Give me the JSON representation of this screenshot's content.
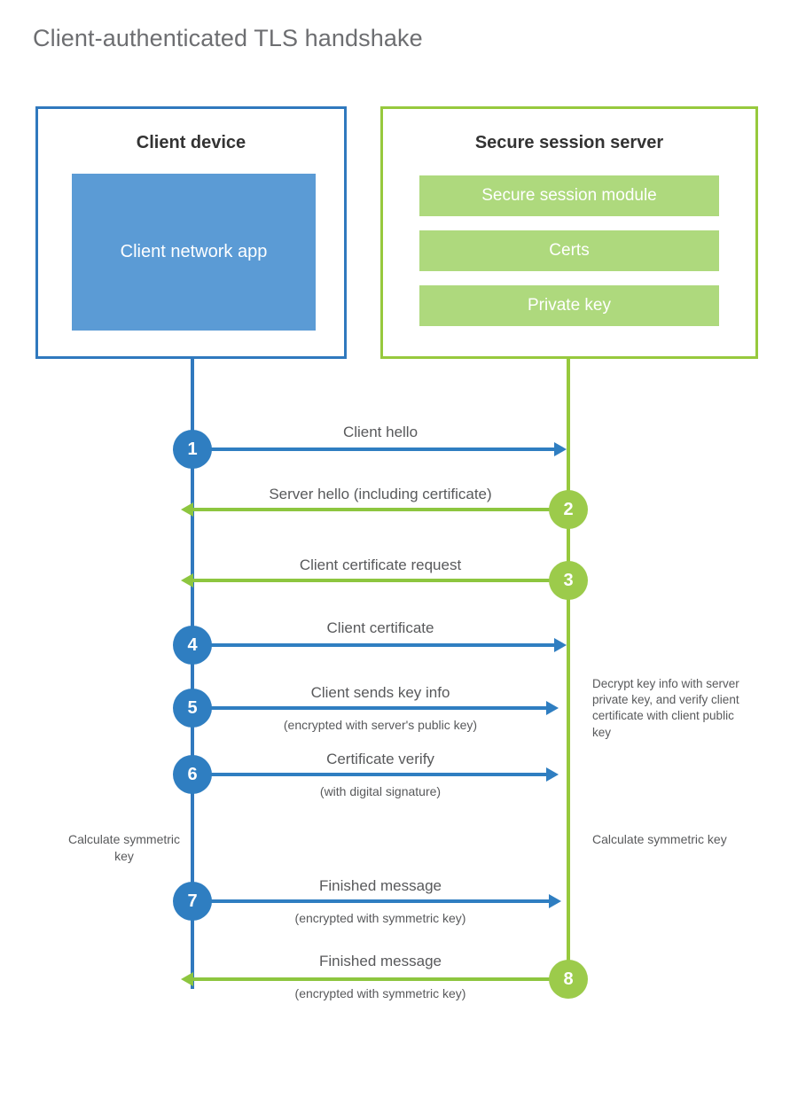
{
  "diagram": {
    "title": "Client-authenticated TLS handshake",
    "colors": {
      "client_border": "#3079be",
      "client_fill": "#5b9bd5",
      "server_border": "#97c93d",
      "server_fill": "#aed97d",
      "client_accent": "#2f7ec1",
      "server_accent": "#8dc63f",
      "text": "#58595b",
      "title_text": "#6d6e71",
      "background": "#ffffff"
    }
  },
  "client": {
    "title": "Client device",
    "app_label": "Client network app"
  },
  "server": {
    "title": "Secure session server",
    "modules": [
      {
        "label": "Secure session module"
      },
      {
        "label": "Certs"
      },
      {
        "label": "Private key"
      }
    ]
  },
  "steps": [
    {
      "number": "1",
      "label": "Client hello",
      "sublabel": "",
      "direction": "client-to-server",
      "origin": "client"
    },
    {
      "number": "2",
      "label": "Server hello (including certificate)",
      "sublabel": "",
      "direction": "server-to-client",
      "origin": "server"
    },
    {
      "number": "3",
      "label": "Client certificate request",
      "sublabel": "",
      "direction": "server-to-client",
      "origin": "server"
    },
    {
      "number": "4",
      "label": "Client certificate",
      "sublabel": "",
      "direction": "client-to-server",
      "origin": "client"
    },
    {
      "number": "5",
      "label": "Client sends key info",
      "sublabel": "(encrypted with server's public key)",
      "direction": "client-to-server",
      "origin": "client"
    },
    {
      "number": "6",
      "label": "Certificate verify",
      "sublabel": "(with digital signature)",
      "direction": "client-to-server",
      "origin": "client"
    },
    {
      "number": "7",
      "label": "Finished message",
      "sublabel": "(encrypted with symmetric key)",
      "direction": "client-to-server",
      "origin": "client"
    },
    {
      "number": "8",
      "label": "Finished message",
      "sublabel": "(encrypted with symmetric key)",
      "direction": "server-to-client",
      "origin": "server"
    }
  ],
  "notes": {
    "server_decrypt": "Decrypt key info with server private key, and verify client certificate with client public key",
    "client_calculate": "Calculate symmetric key",
    "server_calculate": "Calculate symmetric key"
  }
}
